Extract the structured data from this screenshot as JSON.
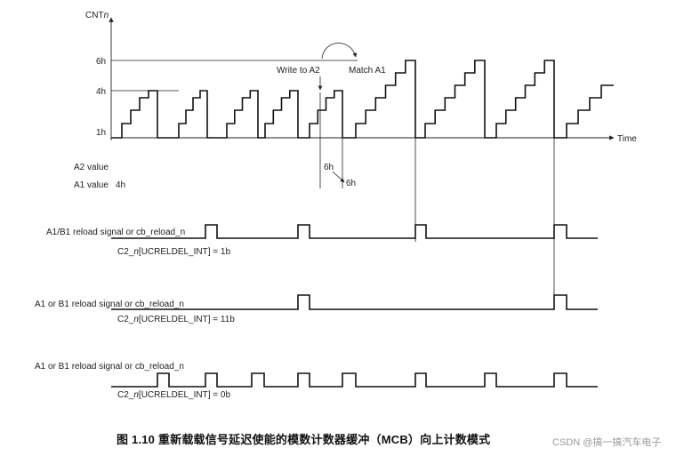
{
  "axis": {
    "y_label_prefix": "CNT",
    "y_label_suffix": "n",
    "x_label": "Time",
    "ticks": {
      "six": "6h",
      "four": "4h",
      "one": "1h"
    }
  },
  "annotations": {
    "write": "Write to A2",
    "match": "Match A1",
    "a2_value_label": "A2 value",
    "a1_value_label": "A1 value",
    "a1_initial": "4h",
    "a2_new": "6h",
    "a1_new": "6h"
  },
  "signals": {
    "s1_label": "A1/B1 reload signal or cb_reload_n",
    "s1_setting_prefix": "C2_",
    "s1_setting_italic": "n",
    "s1_setting_suffix": "[UCRELDEL_INT] = 1b",
    "s2_label": "A1 or B1 reload signal or cb_reload_n",
    "s2_setting_prefix": "C2_",
    "s2_setting_italic": "n",
    "s2_setting_suffix": "[UCRELDEL_INT] = 11b",
    "s3_label": "A1 or B1 reload signal or cb_reload_n",
    "s3_setting_prefix": "C2_",
    "s3_setting_italic": "n",
    "s3_setting_suffix": "[UCRELDEL_INT] = 0b"
  },
  "caption": "图 1.10   重新载载信号延迟使能的模数计数器缓冲（MCB）向上计数模式",
  "watermark": "CSDN @搞一搞汽车电子"
}
